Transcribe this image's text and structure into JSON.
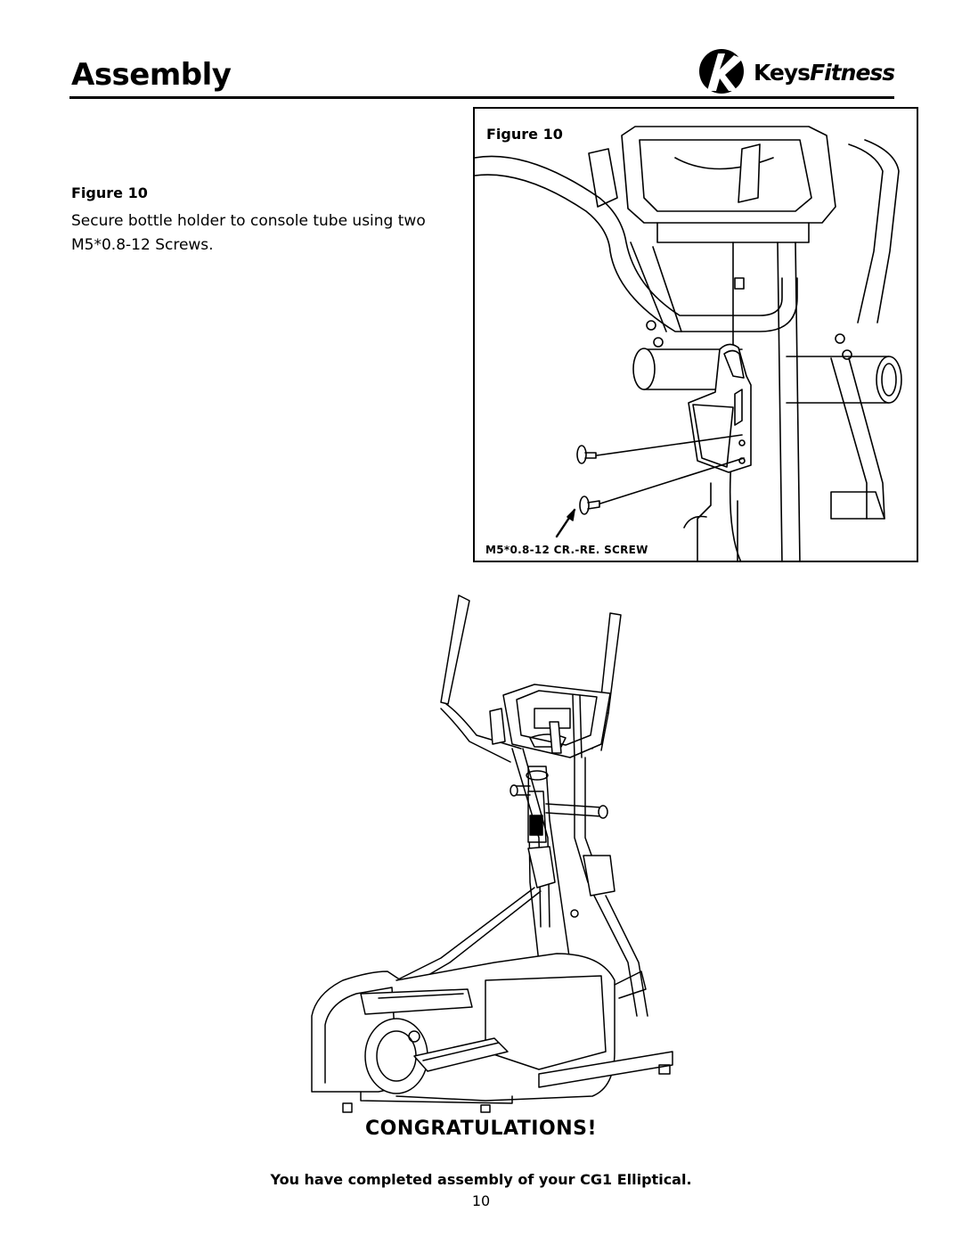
{
  "header": {
    "title": "Assembly",
    "brand_logo": "Keys Fitness (K globe mark)",
    "brand_text_keys": "Keys",
    "brand_text_fitness": "Fitness"
  },
  "instruction": {
    "figure_label": "Figure 10",
    "text": "Secure bottle holder to console tube using two M5*0.8-12 Screws."
  },
  "figure": {
    "label": "Figure 10",
    "callout": "M5*0.8-12 CR.-RE. SCREW"
  },
  "footer": {
    "congrats": "CONGRATULATIONS!",
    "message": "You have completed assembly of your CG1 Elliptical.",
    "page_number": "10"
  }
}
